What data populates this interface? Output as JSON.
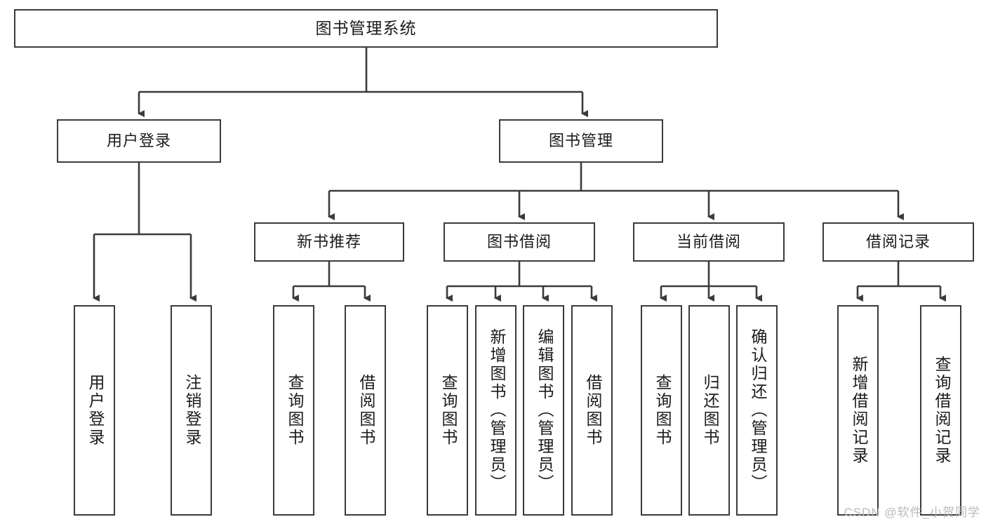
{
  "diagram": {
    "type": "tree-hierarchy",
    "title": "图书管理系统",
    "watermark": "CSDN @软件_小贺同学",
    "colors": {
      "box_border": "#3b3b3b",
      "box_fill": "#ffffff",
      "connector": "#3b3b3b",
      "text": "#1b1b1b",
      "watermark": "#b9b9b9"
    },
    "root": {
      "label": "图书管理系统"
    },
    "level2": [
      {
        "label": "用户登录"
      },
      {
        "label": "图书管理"
      }
    ],
    "level3": [
      {
        "label": "新书推荐"
      },
      {
        "label": "图书借阅"
      },
      {
        "label": "当前借阅"
      },
      {
        "label": "借阅记录"
      }
    ],
    "leaves": {
      "user_login": [
        {
          "label": "用户登录"
        },
        {
          "label": "注销登录"
        }
      ],
      "new_book_recommend": [
        {
          "label": "查询图书"
        },
        {
          "label": "借阅图书"
        }
      ],
      "book_borrow": [
        {
          "label": "查询图书"
        },
        {
          "label": "新增图书（管理员）"
        },
        {
          "label": "编辑图书（管理员）"
        },
        {
          "label": "借阅图书"
        }
      ],
      "current_borrow": [
        {
          "label": "查询图书"
        },
        {
          "label": "归还图书"
        },
        {
          "label": "确认归还（管理员）"
        }
      ],
      "borrow_record": [
        {
          "label": "新增借阅记录"
        },
        {
          "label": "查询借阅记录"
        }
      ]
    }
  }
}
